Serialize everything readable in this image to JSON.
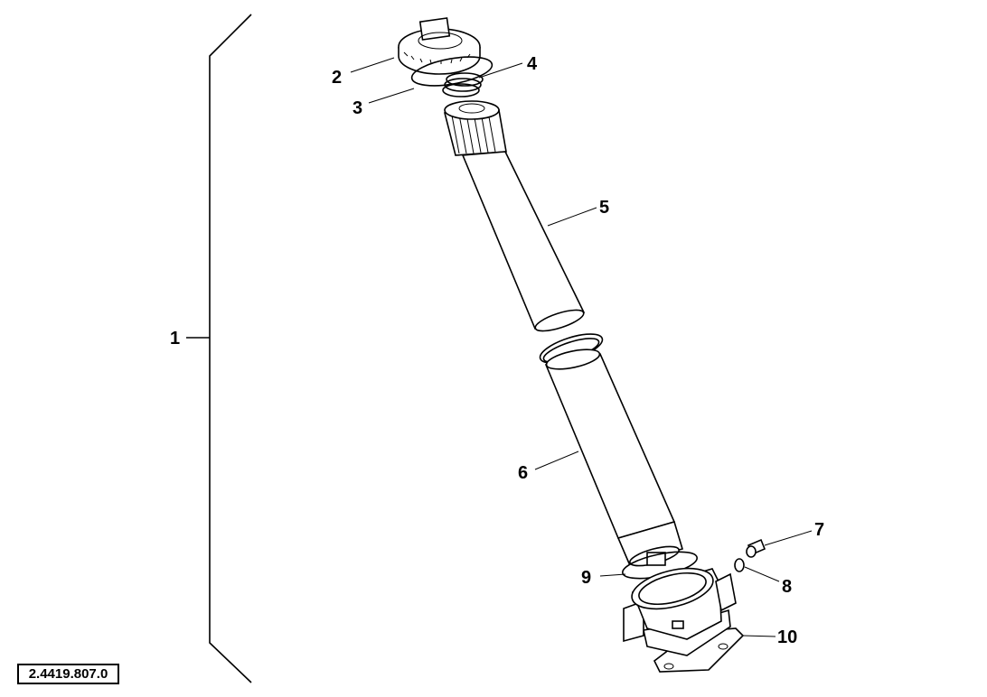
{
  "diagram": {
    "callouts": [
      {
        "id": "1",
        "label": "1"
      },
      {
        "id": "2",
        "label": "2"
      },
      {
        "id": "3",
        "label": "3"
      },
      {
        "id": "4",
        "label": "4"
      },
      {
        "id": "5",
        "label": "5"
      },
      {
        "id": "6",
        "label": "6"
      },
      {
        "id": "7",
        "label": "7"
      },
      {
        "id": "8",
        "label": "8"
      },
      {
        "id": "9",
        "label": "9"
      },
      {
        "id": "10",
        "label": "10"
      }
    ],
    "reference_code": "2.4419.807.0"
  }
}
